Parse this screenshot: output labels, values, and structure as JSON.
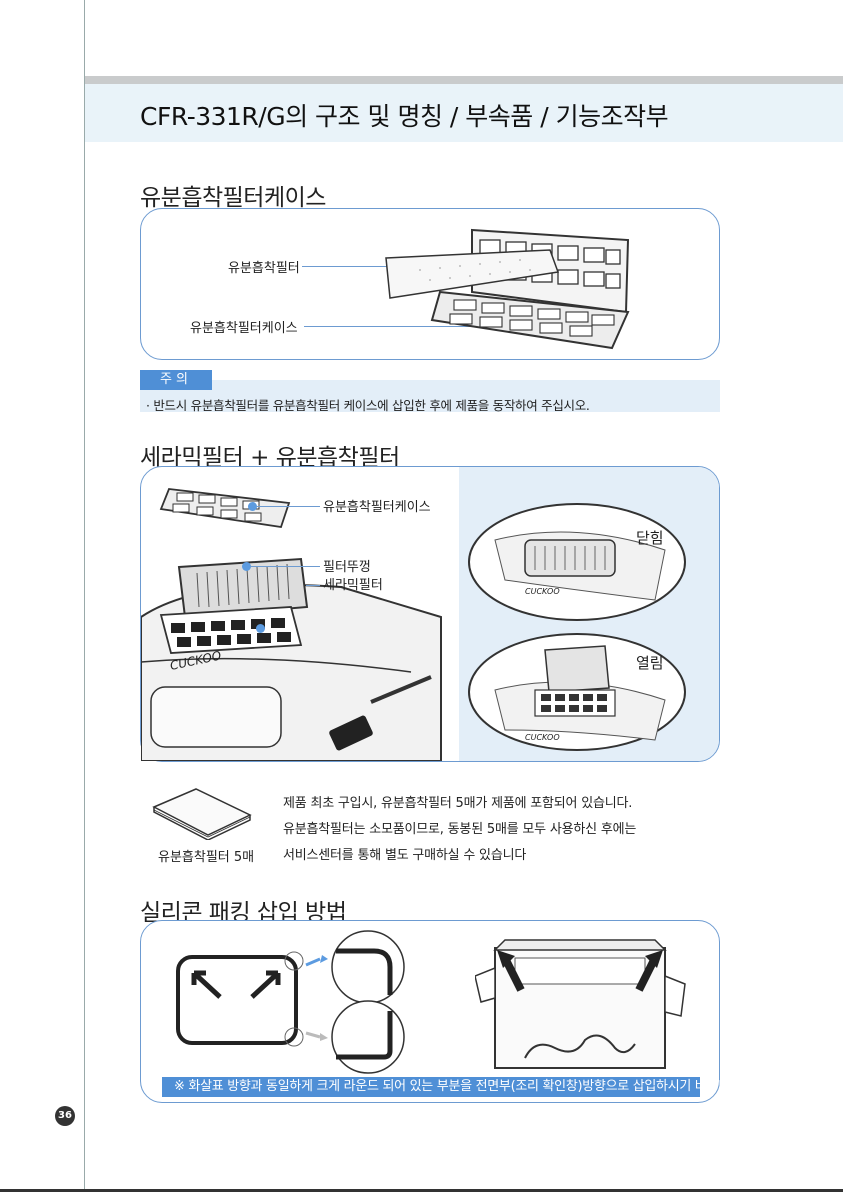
{
  "header": {
    "title": "CFR-331R/G의 구조 및 명칭 / 부속품  / 기능조작부"
  },
  "section1": {
    "title": "유분흡착필터케이스",
    "labels": {
      "filter": "유분흡착필터",
      "case": "유분흡착필터케이스"
    }
  },
  "caution": {
    "tag": "주의",
    "text": "· 반드시 유분흡착필터를 유분흡착필터 케이스에 삽입한 후에 제품을 동작하여 주십시오."
  },
  "section2": {
    "title": "세라믹필터 + 유분흡착필터",
    "labels": {
      "case": "유분흡착필터케이스",
      "lid": "필터뚜껑",
      "ceramic": "세라믹필터",
      "closed": "닫힘",
      "open": "열림",
      "brand": "CUCKOO"
    }
  },
  "accessory": {
    "label": "유분흡착필터 5매",
    "lines": [
      "제품 최초 구입시, 유분흡착필터 5매가 제품에 포함되어 있습니다.",
      "유분흡착필터는 소모품이므로, 동봉된 5매를 모두 사용하신 후에는",
      "서비스센터를 통해 별도 구매하실 수 있습니다"
    ]
  },
  "section3": {
    "title": "실리콘 패킹 삽입 방법",
    "note": "※ 화살표 방향과 동일하게 크게 라운드 되어 있는 부분을 전면부(조리 확인창)방향으로 삽입하시기 바랍니다."
  },
  "page": {
    "number": "36"
  }
}
